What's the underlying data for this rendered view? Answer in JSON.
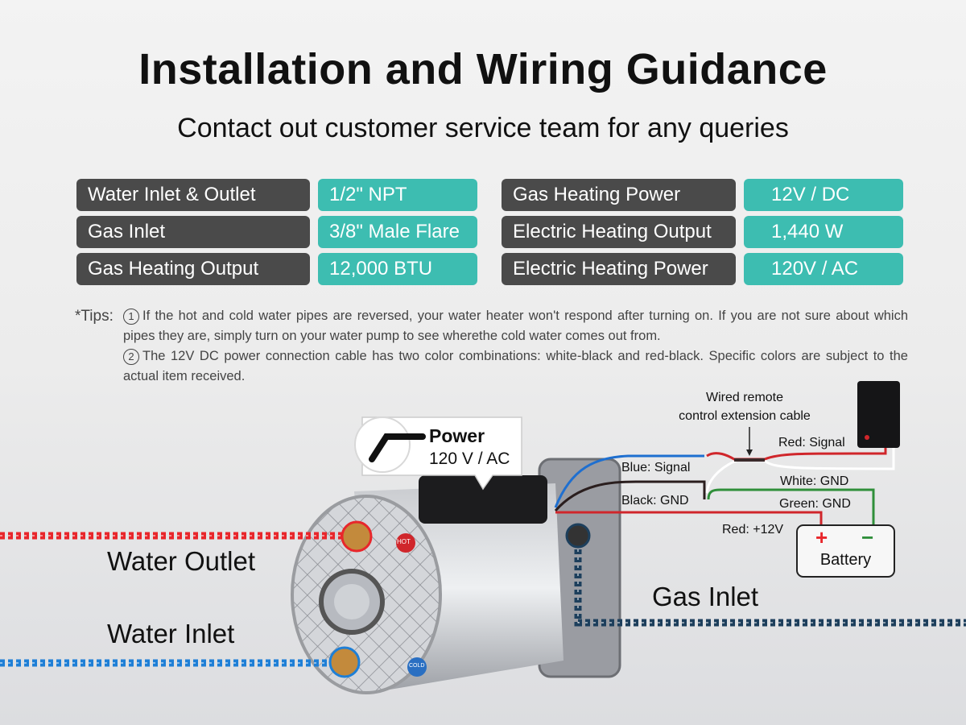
{
  "header": {
    "title": "Installation and Wiring Guidance",
    "subtitle": "Contact out customer service team for any queries"
  },
  "specs": [
    {
      "label": "Water Inlet & Outlet",
      "value": "1/2\" NPT"
    },
    {
      "label": "Gas Inlet",
      "value": "3/8\" Male Flare"
    },
    {
      "label": "Gas Heating Output",
      "value": "12,000 BTU"
    },
    {
      "label": "Gas Heating Power",
      "value": "12V / DC"
    },
    {
      "label": "Electric Heating Output",
      "value": "1,440 W"
    },
    {
      "label": "Electric Heating Power",
      "value": "120V / AC"
    }
  ],
  "tips": {
    "label": "*Tips:",
    "items": [
      {
        "num": "1",
        "text": "If the hot and cold water pipes are reversed, your water heater won't respond after turning on. If you are not sure about which pipes they are, simply turn on your water pump to see wherethe cold water comes out from."
      },
      {
        "num": "2",
        "text": "The 12V DC power connection cable has two color combinations: white-black and red-black. Specific colors are subject to the actual item received."
      }
    ]
  },
  "diagram": {
    "power_title": "Power",
    "power_value": "120 V / AC",
    "water_outlet": "Water Outlet",
    "water_inlet": "Water Inlet",
    "gas_inlet": "Gas Inlet",
    "remote_cable": [
      "Wired remote",
      "control extension cable"
    ],
    "wires": {
      "red_signal": "Red: Signal",
      "blue_signal": "Blue: Signal",
      "white_gnd": "White: GND",
      "black_gnd": "Black: GND",
      "green_gnd": "Green: GND",
      "red_12v": "Red: +12V"
    },
    "battery": "Battery",
    "plus": "+",
    "minus": "−",
    "hot_badge": "HOT",
    "cold_badge": "COLD"
  },
  "colors": {
    "label_bg": "#4a4a4a",
    "value_bg": "#3dbdb1",
    "hot": "#e8262b",
    "cold": "#1e7fd6",
    "gas": "#1d3f5c"
  }
}
